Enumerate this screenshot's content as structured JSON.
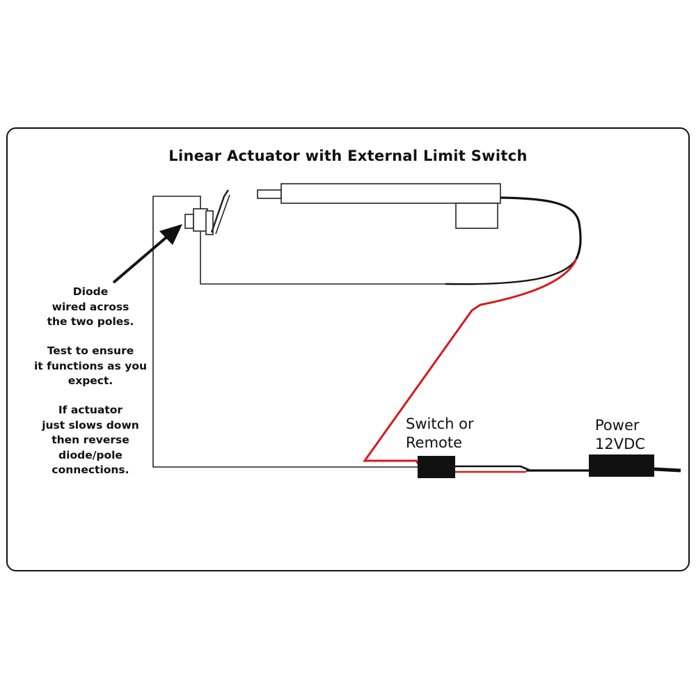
{
  "diagram": {
    "title": "Linear Actuator with External Limit Switch",
    "notes": [
      {
        "lines": [
          "Diode",
          "wired across",
          "the two poles."
        ]
      },
      {
        "lines": [
          "Test to ensure",
          "it functions as you",
          "expect."
        ]
      },
      {
        "lines": [
          "If actuator",
          "just slows down",
          "then reverse",
          "diode/pole",
          "connections."
        ]
      }
    ],
    "switch_label": [
      "Switch or",
      "Remote"
    ],
    "power_label": [
      "Power",
      "12VDC"
    ],
    "colors": {
      "wire_red": "#d61a1a",
      "wire_black": "#111111",
      "outline": "#222222"
    }
  }
}
